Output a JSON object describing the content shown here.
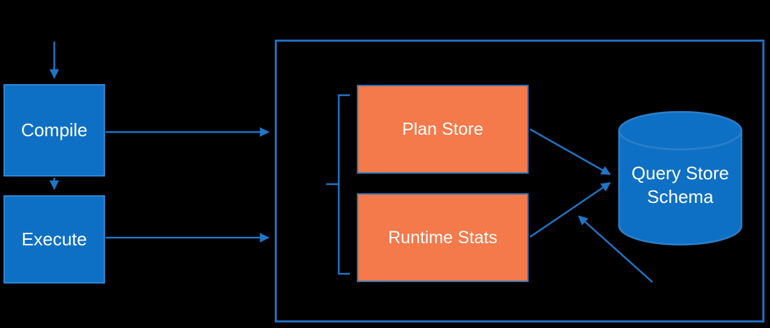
{
  "diagram": {
    "colors": {
      "background": "#000000",
      "blue_fill": "#0E70C4",
      "blue_box_border": "#2D87D3",
      "orange_fill": "#F4794B",
      "orange_box_border": "#2E75B6",
      "container_border": "#1F6FC0",
      "arrow": "#1F76C8",
      "text": "#FFFFFF"
    },
    "nodes": {
      "compile": {
        "label": "Compile"
      },
      "execute": {
        "label": "Execute"
      },
      "plan_store": {
        "label": "Plan Store"
      },
      "runtime_stats": {
        "label": "Runtime Stats"
      },
      "query_store_schema": {
        "label": "Query Store Schema"
      }
    }
  }
}
